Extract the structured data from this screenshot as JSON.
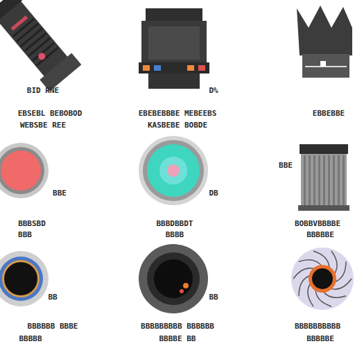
{
  "diagram": {
    "labels": [
      "BID  RNE",
      "EBSEBL BEBOBOD",
      "WEBSBE REE",
      "D%",
      "EBEBEBBBE MEBEEBS",
      "KASBEBE BOBDE",
      "EBBEBBE",
      "BBE",
      "BBBSBD",
      "BBB",
      "DB",
      "BBBDBBDT",
      "BBBB",
      "BBE",
      "BOBBVBBBBE",
      "BBBBBE",
      "BB",
      "BBBBBB BBBE",
      "BBBBB",
      "BB",
      "BBBBBBBBB BBBBBB",
      "BBBBE BB",
      "BBBBBBBBBB",
      "BBBBBE"
    ]
  }
}
